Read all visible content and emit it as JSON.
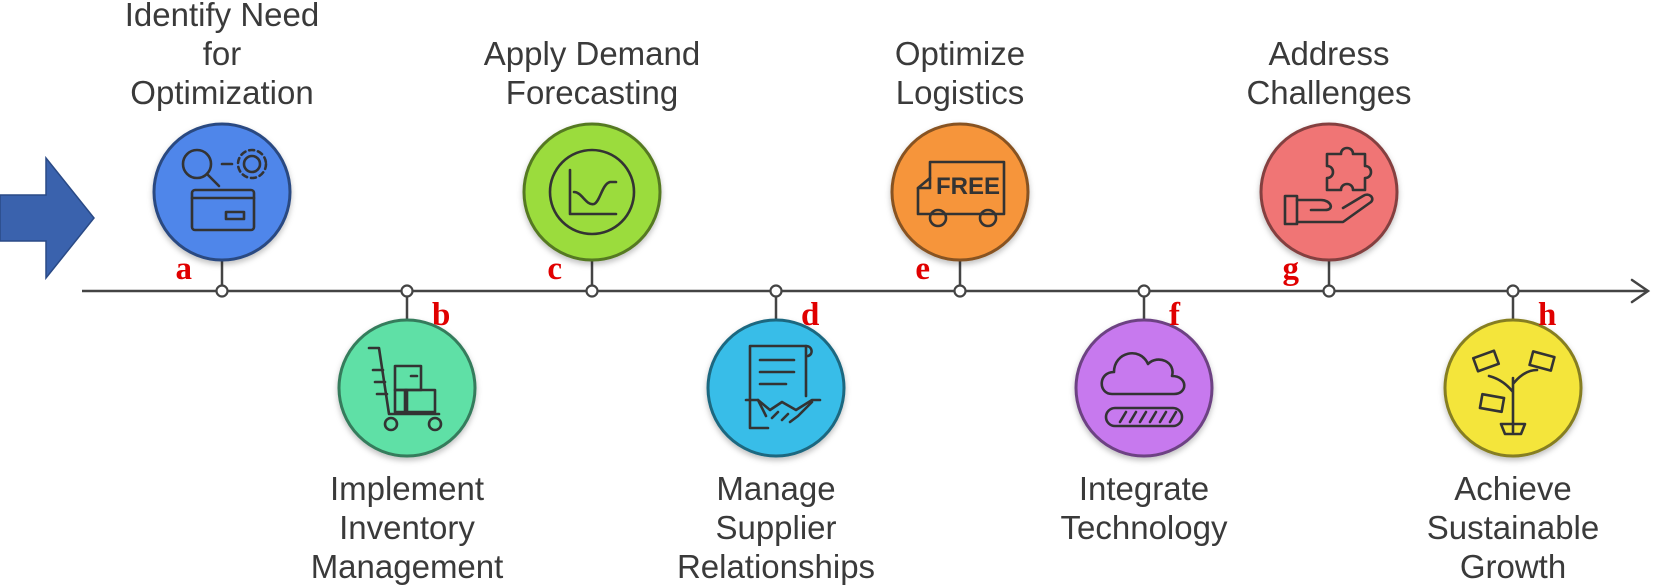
{
  "steps": [
    {
      "letter": "a",
      "lines": [
        "Identify Need",
        "for",
        "Optimization"
      ],
      "color": "#4f86ea",
      "icon": "search-gear-folder-icon"
    },
    {
      "letter": "b",
      "lines": [
        "Implement",
        "Inventory",
        "Management"
      ],
      "color": "#5fe0a6",
      "icon": "inventory-cart-icon"
    },
    {
      "letter": "c",
      "lines": [
        "Apply Demand",
        "Forecasting"
      ],
      "color": "#9bdc3e",
      "icon": "trend-chart-icon"
    },
    {
      "letter": "d",
      "lines": [
        "Manage",
        "Supplier",
        "Relationships"
      ],
      "color": "#39bde8",
      "icon": "contract-handshake-icon"
    },
    {
      "letter": "e",
      "lines": [
        "Optimize",
        "Logistics"
      ],
      "color": "#f6953a",
      "icon": "delivery-truck-icon"
    },
    {
      "letter": "f",
      "lines": [
        "Integrate",
        "Technology"
      ],
      "color": "#c779ee",
      "icon": "cloud-storage-icon"
    },
    {
      "letter": "g",
      "lines": [
        "Address",
        "Challenges"
      ],
      "color": "#f07474",
      "icon": "puzzle-hand-icon"
    },
    {
      "letter": "h",
      "lines": [
        "Achieve",
        "Sustainable",
        "Growth"
      ],
      "color": "#f4e53a",
      "icon": "money-plant-icon"
    }
  ],
  "truck_text": "FREE",
  "colors": {
    "arrow": "#3a62ad",
    "line": "#444444",
    "letters": "#e00000"
  }
}
